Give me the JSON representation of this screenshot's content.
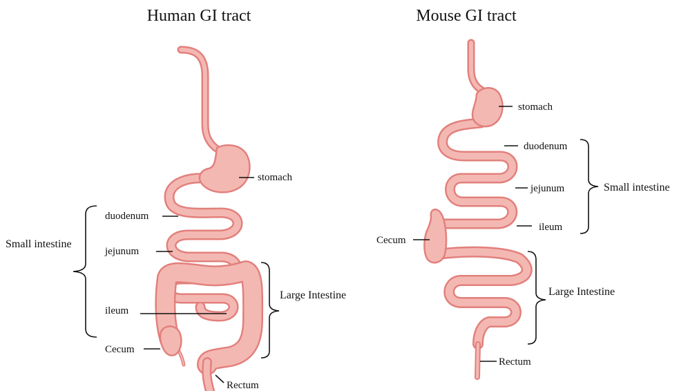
{
  "titles": {
    "human": "Human GI tract",
    "mouse": "Mouse GI tract"
  },
  "human": {
    "stomach": "stomach",
    "duodenum": "duodenum",
    "jejunum": "jejunum",
    "ileum": "ileum",
    "cecum": "Cecum",
    "rectum": "Rectum",
    "small_intestine": "Small intestine",
    "large_intestine": "Large Intestine"
  },
  "mouse": {
    "stomach": "stomach",
    "duodenum": "duodenum",
    "jejunum": "jejunum",
    "ileum": "ileum",
    "cecum": "Cecum",
    "rectum": "Rectum",
    "small_intestine": "Small intestine",
    "large_intestine": "Large Intestine"
  },
  "colors": {
    "tissue_fill": "#f4b8b3",
    "tissue_outline": "#e2807c",
    "text": "#111111"
  }
}
